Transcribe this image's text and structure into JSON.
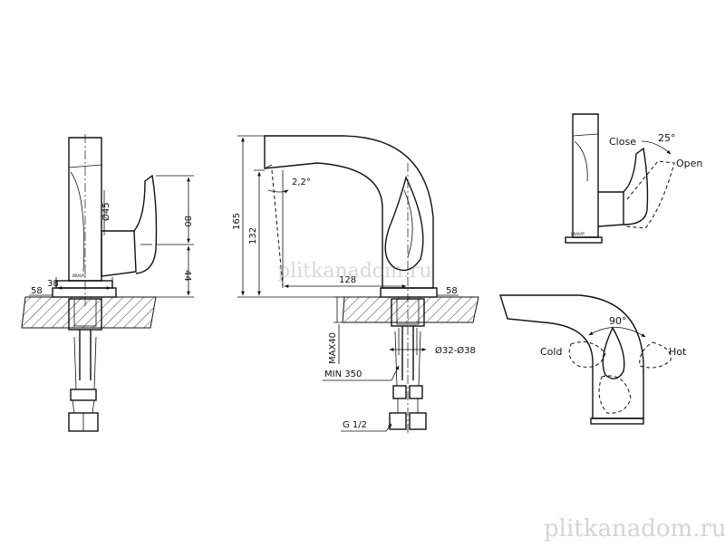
{
  "dimensions": {
    "side_base_width": "38",
    "side_flange_width": "58",
    "side_diameter": "Ø45",
    "side_height_upper": "80",
    "side_height_lower": "44",
    "front_total_height": "165",
    "front_inner_height": "132",
    "front_reach": "128",
    "front_flange_width": "58",
    "front_angle": "2,2°",
    "front_max_thickness": "MAX40",
    "front_hole_diameter": "Ø32-Ø38",
    "front_hose_length": "MIN 350",
    "front_thread": "G 1/2"
  },
  "labels": {
    "close": "Close",
    "open": "Open",
    "handle_tilt": "25°",
    "rotation": "90°",
    "cold": "Cold",
    "hot": "Hot",
    "brand_mark": "BRAVAT"
  },
  "watermark": {
    "center": "plitkanadom.ru",
    "corner": "plitkanadom.ru"
  }
}
